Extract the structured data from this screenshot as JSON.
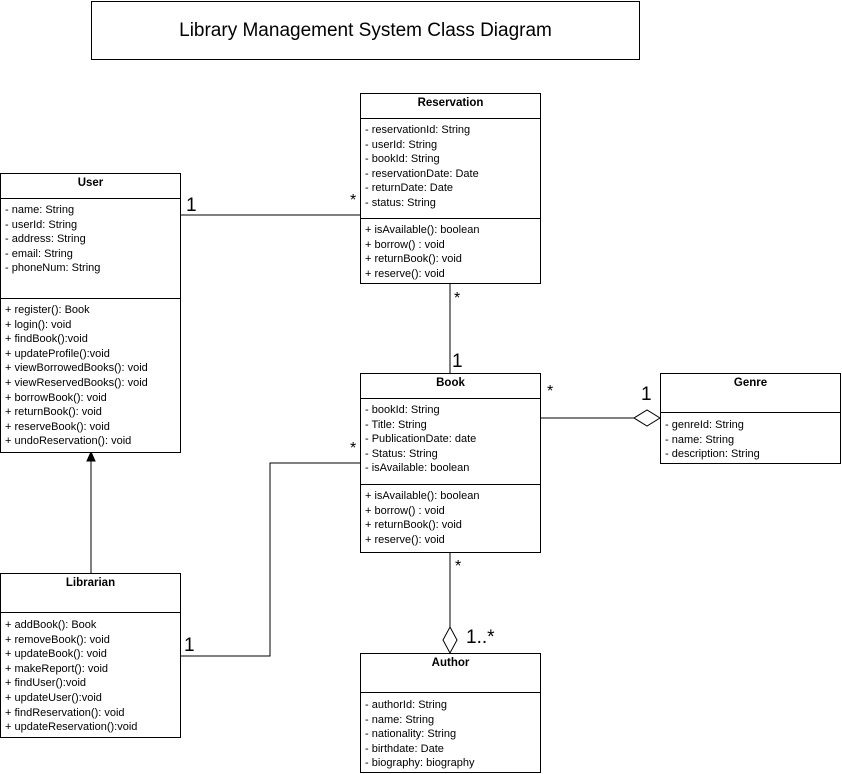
{
  "title": "Library Management System Class Diagram",
  "classes": {
    "user": {
      "name": "User",
      "attributes": [
        "- name: String",
        "- userId: String",
        "- address: String",
        "- email: String",
        "- phoneNum: String"
      ],
      "methods": [
        "+ register(): Book",
        "+ login(): void",
        "+ findBook():void",
        "+ updateProfile():void",
        "+ viewBorrowedBooks(): void",
        "+ viewReservedBooks(): void",
        "+ borrowBook(): void",
        "+ returnBook(): void",
        "+ reserveBook(): void",
        "+ undoReservation(): void"
      ]
    },
    "reservation": {
      "name": "Reservation",
      "attributes": [
        "- reservationId: String",
        "- userId: String",
        "- bookId: String",
        "- reservationDate: Date",
        "- returnDate: Date",
        "- status: String"
      ],
      "methods": [
        "+ isAvailable(): boolean",
        "+ borrow() : void",
        "+ returnBook(): void",
        "+ reserve(): void"
      ]
    },
    "book": {
      "name": "Book",
      "attributes": [
        "- bookId: String",
        "- Title: String",
        "- PublicationDate: date",
        "- Status: String",
        "- isAvailable: boolean"
      ],
      "methods": [
        "+ isAvailable(): boolean",
        "+ borrow() : void",
        "+ returnBook(): void",
        "+ reserve(): void"
      ]
    },
    "genre": {
      "name": "Genre",
      "attributes": [],
      "methods": [
        "- genreId: String",
        "- name: String",
        "- description: String"
      ]
    },
    "librarian": {
      "name": "Librarian",
      "attributes": [],
      "methods": [
        "+ addBook(): Book",
        "+ removeBook(): void",
        "+ updateBook(): void",
        "+ makeReport(): void",
        "+ findUser():void",
        "+ updateUser():void",
        "+ findReservation(): void",
        "+ updateReservation():void"
      ]
    },
    "author": {
      "name": "Author",
      "attributes": [],
      "methods": [
        "- authorId: String",
        "- name: String",
        "- nationality: String",
        "- birthdate: Date",
        "- biography: biography"
      ]
    }
  },
  "multiplicities": {
    "user_reservation_user": "1",
    "user_reservation_reservation": "*",
    "reservation_book_reservation": "*",
    "reservation_book_book": "1",
    "book_genre_book": "*",
    "book_genre_genre": "1",
    "librarian_book_book": "*",
    "librarian_book_librarian": "1",
    "book_author_book": "*",
    "book_author_author": "1..*"
  }
}
